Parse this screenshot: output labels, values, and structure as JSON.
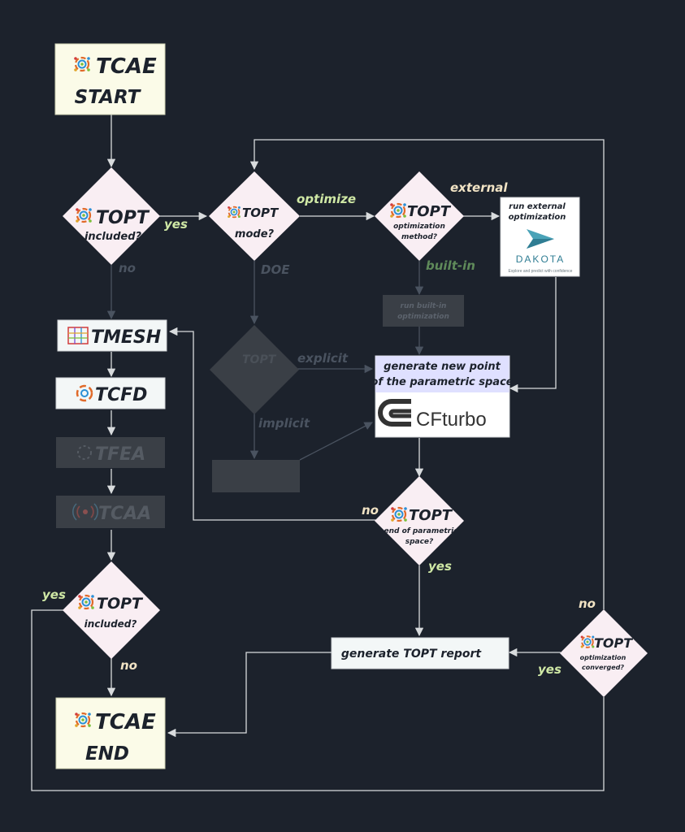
{
  "start": {
    "line1": "TCAE",
    "line2": "START"
  },
  "end": {
    "line1": "TCAE",
    "line2": "END"
  },
  "topt_included_top": {
    "brand": "TOPT",
    "question": "included?"
  },
  "topt_mode": {
    "brand": "TOPT",
    "question": "mode?"
  },
  "topt_method": {
    "brand": "TOPT",
    "question_1": "optimization",
    "question_2": "method?"
  },
  "run_external": {
    "line1": "run external",
    "line2": "optimization",
    "logo_text": "DAKOTA",
    "tagline": "Explore and predict with confidence"
  },
  "run_builtin": {
    "line1": "run built-in",
    "line2": "optimization"
  },
  "gen_point": {
    "line1": "generate new point",
    "line2": "of the parametric space",
    "logo_text": "CFturbo"
  },
  "topt_doe": {
    "brand": "TOPT"
  },
  "tmesh": {
    "label": "TMESH"
  },
  "tcfd": {
    "label": "TCFD"
  },
  "tfea": {
    "label": "TFEA"
  },
  "tcaa": {
    "label": "TCAA"
  },
  "end_param": {
    "brand": "TOPT",
    "question_1": "end of parametric",
    "question_2": "space?"
  },
  "topt_included_bottom": {
    "brand": "TOPT",
    "question": "included?"
  },
  "report": {
    "label": "generate TOPT report"
  },
  "converged": {
    "brand": "TOPT",
    "question_1": "optimization",
    "question_2": "converged?"
  },
  "edge_labels": {
    "yes_1": "yes",
    "no_1": "no",
    "optimize": "optimize",
    "external": "external",
    "builtin": "built-in",
    "doe": "DOE",
    "explicit": "explicit",
    "implicit": "implicit",
    "no_end": "no",
    "yes_end": "yes",
    "yes_incl": "yes",
    "no_incl": "no",
    "no_conv": "no",
    "yes_conv": "yes"
  },
  "colors": {
    "background": "#1c222c",
    "start_end_fill": "#fbfbe8",
    "decision_fill": "#f9eef3",
    "process_fill": "#f3f7f7",
    "highlight_fill": "#dfe0ff",
    "muted_fill": "#3a3f46",
    "line": "#d8dbdd",
    "label_light": "#f1e3c4",
    "label_green": "#cfe8a5",
    "label_muted": "#4a5360",
    "builtin_green": "#5f8a5a",
    "dakota_blue": "#4aa3b8"
  }
}
